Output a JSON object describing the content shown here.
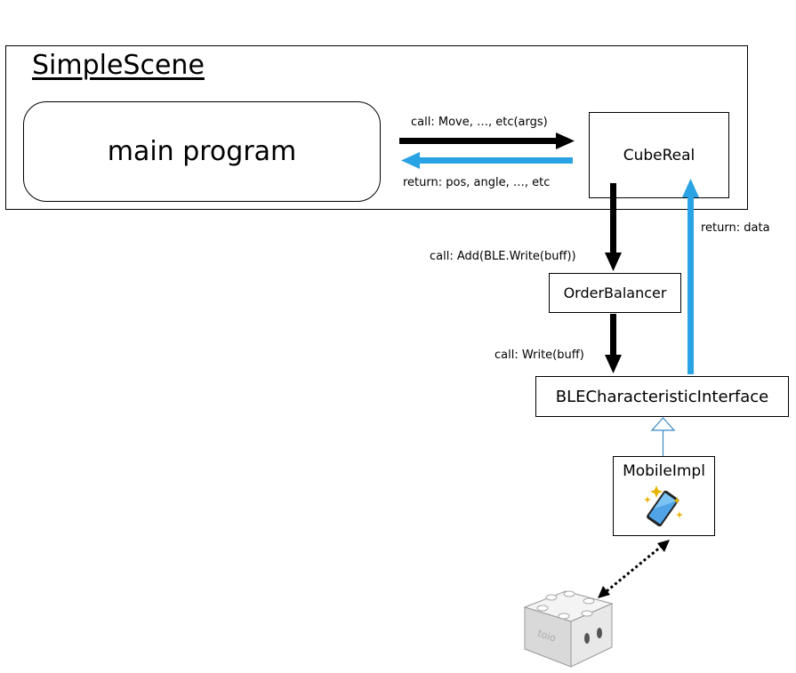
{
  "scene": {
    "title": "SimpleScene"
  },
  "nodes": {
    "main_program": "main program",
    "cube_real": "CubeReal",
    "order_balancer": "OrderBalancer",
    "ble_interface": "BLECharacteristicInterface",
    "mobile_impl": "MobileImpl"
  },
  "edges": {
    "call_move": "call: Move, …, etc(args)",
    "return_pos": "return: pos, angle, …, etc",
    "call_add": "call: Add(BLE.Write(buff))",
    "call_write": "call: Write(buff)",
    "return_data": "return: data"
  },
  "cube_logo_text": "toio",
  "colors": {
    "call_arrow": "#000000",
    "return_arrow": "#29a3e3"
  },
  "icons": {
    "phone": "smartphone-icon",
    "cube": "toio-cube-icon"
  }
}
